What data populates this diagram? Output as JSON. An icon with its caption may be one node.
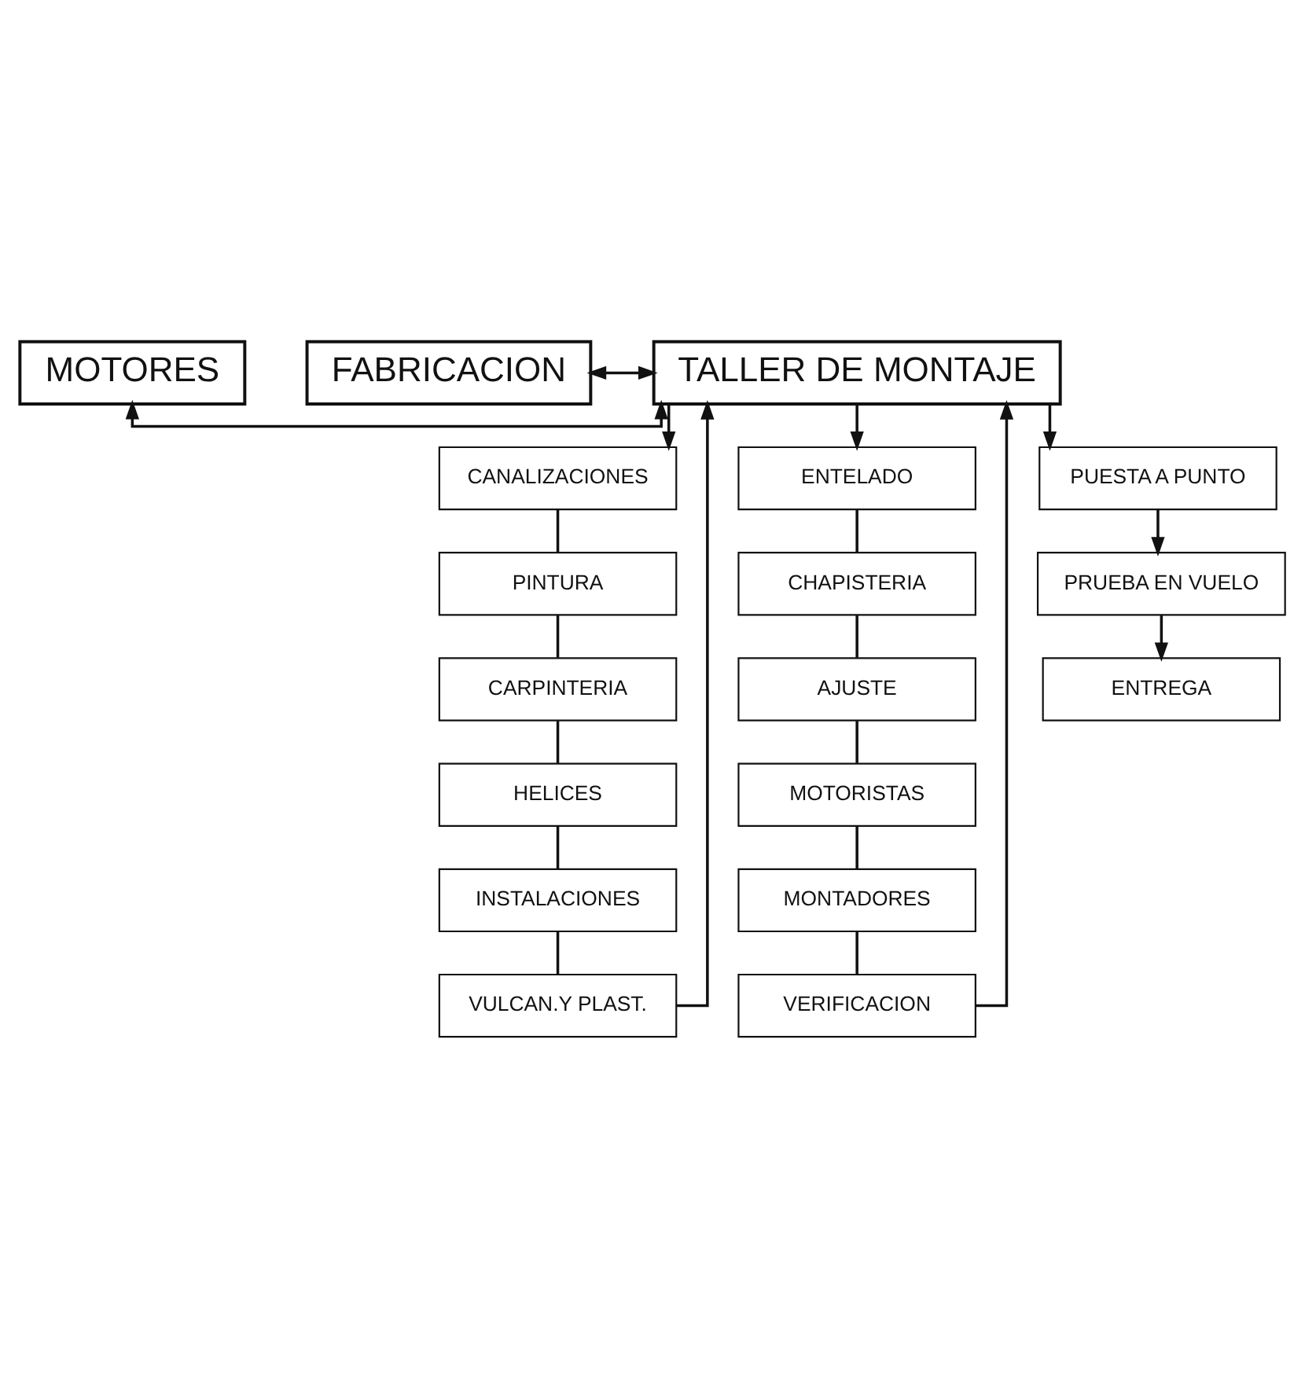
{
  "diagram": {
    "nodes": [
      {
        "text": [
          "MOTORES"
        ]
      },
      {
        "text": [
          "FABRICACION"
        ]
      },
      {
        "text": [
          "TALLER DE MONTAJE"
        ]
      },
      {
        "text": [
          "CANALIZACIONES"
        ]
      },
      {
        "text": [
          "PINTURA"
        ]
      },
      {
        "text": [
          "CARPINTERIA"
        ]
      },
      {
        "text": [
          "HELICES"
        ]
      },
      {
        "text": [
          "INSTALACIONES"
        ]
      },
      {
        "text": [
          "VULCAN.Y PLAST."
        ]
      },
      {
        "text": [
          "ENTELADO"
        ]
      },
      {
        "text": [
          "CHAPISTERIA"
        ]
      },
      {
        "text": [
          "AJUSTE"
        ]
      },
      {
        "text": [
          "MOTORISTAS"
        ]
      },
      {
        "text": [
          "MONTADORES"
        ]
      },
      {
        "text": [
          "VERIFICACION"
        ]
      },
      {
        "text": [
          "PUESTA A PUNTO"
        ]
      },
      {
        "text": [
          "PRUEBA EN VUELO"
        ]
      },
      {
        "text": [
          "ENTREGA"
        ]
      }
    ],
    "edges": [
      {
        "from": 0,
        "to": 2,
        "arrow": "both"
      },
      {
        "from": 1,
        "to": 2,
        "arrow": "both"
      },
      {
        "from": 2,
        "to": 3,
        "arrow": "to"
      },
      {
        "from": 3,
        "to": 4,
        "arrow": "none"
      },
      {
        "from": 4,
        "to": 5,
        "arrow": "none"
      },
      {
        "from": 5,
        "to": 6,
        "arrow": "none"
      },
      {
        "from": 6,
        "to": 7,
        "arrow": "none"
      },
      {
        "from": 7,
        "to": 8,
        "arrow": "none"
      },
      {
        "from": 8,
        "to": 2,
        "arrow": "to"
      },
      {
        "from": 2,
        "to": 9,
        "arrow": "to"
      },
      {
        "from": 9,
        "to": 10,
        "arrow": "none"
      },
      {
        "from": 10,
        "to": 11,
        "arrow": "none"
      },
      {
        "from": 11,
        "to": 12,
        "arrow": "none"
      },
      {
        "from": 12,
        "to": 13,
        "arrow": "none"
      },
      {
        "from": 13,
        "to": 14,
        "arrow": "none"
      },
      {
        "from": 14,
        "to": 2,
        "arrow": "to"
      },
      {
        "from": 2,
        "to": 15,
        "arrow": "to"
      },
      {
        "from": 15,
        "to": 16,
        "arrow": "to"
      },
      {
        "from": 16,
        "to": 17,
        "arrow": "to"
      }
    ]
  }
}
